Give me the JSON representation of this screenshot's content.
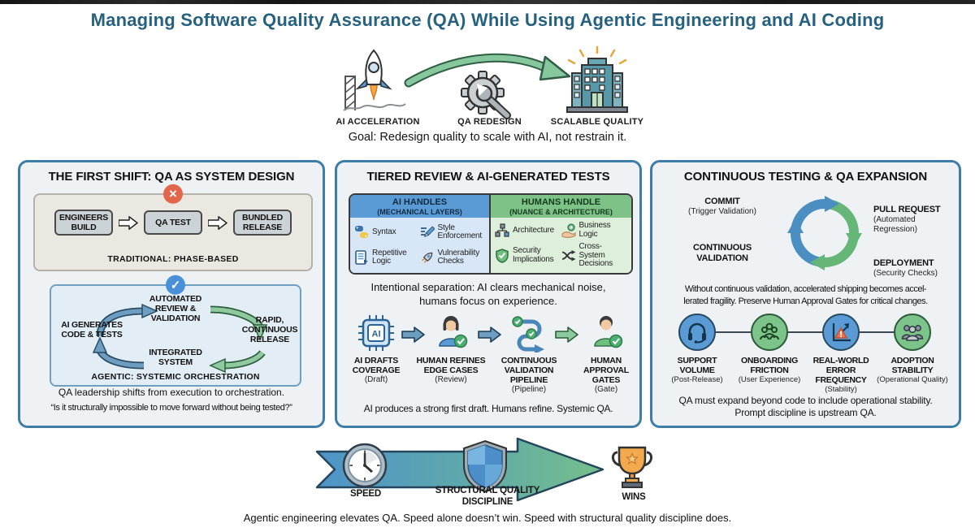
{
  "colors": {
    "title_blue": "#26617f",
    "panel_border": "#3e7da7",
    "blue": "#5b9bd5",
    "green": "#7cc48a",
    "red": "#e2674a"
  },
  "title": "Managing Software Quality Assurance (QA) While Using Agentic Engineering and AI Coding",
  "header": {
    "steps": [
      {
        "label": "AI ACCELERATION",
        "icon": "rocket-launch-icon"
      },
      {
        "label": "QA REDESIGN",
        "icon": "gear-wrench-icon"
      },
      {
        "label": "SCALABLE QUALITY",
        "icon": "building-icon"
      }
    ],
    "goal": "Goal: Redesign quality to scale with AI, not restrain it."
  },
  "panel_first_shift": {
    "title": "THE FIRST SHIFT: QA AS SYSTEM DESIGN",
    "traditional": {
      "nodes": [
        "ENGINEERS BUILD",
        "QA TEST",
        "BUNDLED RELEASE"
      ],
      "label": "TRADITIONAL: PHASE-BASED"
    },
    "agentic": {
      "left": "AI GENERATES CODE & TESTS",
      "top": "AUTOMATED REVIEW & VALIDATION",
      "right": "RAPID, CONTINUOUS RELEASE",
      "bottom": "INTEGRATED SYSTEM",
      "label": "AGENTIC: SYSTEMIC ORCHESTRATION"
    },
    "caption_line1": "QA leadership shifts from execution to orchestration.",
    "caption_line2": "“Is it structurally impossible to move forward without being tested?”"
  },
  "panel_tiered": {
    "title": "TIERED REVIEW & AI-GENERATED TESTS",
    "ai_column": {
      "header": "AI HANDLES",
      "subheader": "(MECHANICAL LAYERS)",
      "items": [
        {
          "label": "Syntax",
          "icon": "python-icon"
        },
        {
          "label": "Style Enforcement",
          "icon": "style-pencil-icon"
        },
        {
          "label": "Repetitive Logic",
          "icon": "repetitive-doc-icon"
        },
        {
          "label": "Vulnerability Checks",
          "icon": "vulnerability-rocket-icon"
        }
      ]
    },
    "humans_column": {
      "header": "HUMANS HANDLE",
      "subheader": "(NUANCE & ARCHITECTURE)",
      "items": [
        {
          "label": "Architecture",
          "icon": "architecture-icon"
        },
        {
          "label": "Business Logic",
          "icon": "business-logic-icon"
        },
        {
          "label": "Security Implications",
          "icon": "security-shield-icon"
        },
        {
          "label": "Cross-System Decisions",
          "icon": "cross-system-icon"
        }
      ]
    },
    "separation_line1": "Intentional separation: AI clears mechanical noise,",
    "separation_line2": "humans focus on experience.",
    "flow": [
      {
        "label": "AI DRAFTS COVERAGE",
        "sub": "(Draft)",
        "icon": "ai-chip-icon"
      },
      {
        "label": "HUMAN REFINES EDGE CASES",
        "sub": "(Review)",
        "icon": "human-review-icon"
      },
      {
        "label": "CONTINUOUS VALIDATION PIPELINE",
        "sub": "(Pipeline)",
        "icon": "pipeline-icon"
      },
      {
        "label": "HUMAN APPROVAL GATES",
        "sub": "(Gate)",
        "icon": "approval-person-icon"
      }
    ],
    "caption": "AI produces a strong first draft. Humans refine. Systemic QA."
  },
  "panel_continuous": {
    "title": "CONTINUOUS TESTING & QA EXPANSION",
    "cycle": [
      {
        "label": "COMMIT",
        "sub": "(Trigger Validation)"
      },
      {
        "label": "PULL REQUEST",
        "sub": "(Automated Regression)"
      },
      {
        "label": "CONTINUOUS VALIDATION",
        "sub": ""
      },
      {
        "label": "DEPLOYMENT",
        "sub": "(Security Checks)"
      }
    ],
    "warning_line1": "Without continuous validation, accelerated shipping becomes accel-",
    "warning_line2": "lerated fragility. Preserve Human Approval Gates for critical changes.",
    "metrics": [
      {
        "label": "SUPPORT VOLUME",
        "sub": "(Post-Release)",
        "icon": "headset-icon"
      },
      {
        "label": "ONBOARDING FRICTION",
        "sub": "(User Experience)",
        "icon": "onboarding-people-icon"
      },
      {
        "label": "REAL-WORLD ERROR FREQUENCY",
        "sub": "(Stability)",
        "icon": "error-chart-icon"
      },
      {
        "label": "ADOPTION STABILITY",
        "sub": "(Operational Quality)",
        "icon": "adoption-group-icon"
      }
    ],
    "caption_line1": "QA must expand beyond code to include operational stability.",
    "caption_line2": "Prompt discipline is upstream QA."
  },
  "footer": {
    "stages": [
      {
        "label": "SPEED",
        "icon": "clock-icon"
      },
      {
        "label": "STRUCTURAL QUALITY DISCIPLINE",
        "icon": "shield-icon"
      },
      {
        "label": "WINS",
        "icon": "trophy-icon"
      }
    ],
    "caption": "Agentic engineering elevates QA. Speed alone doesn’t win. Speed with structural quality discipline does."
  }
}
